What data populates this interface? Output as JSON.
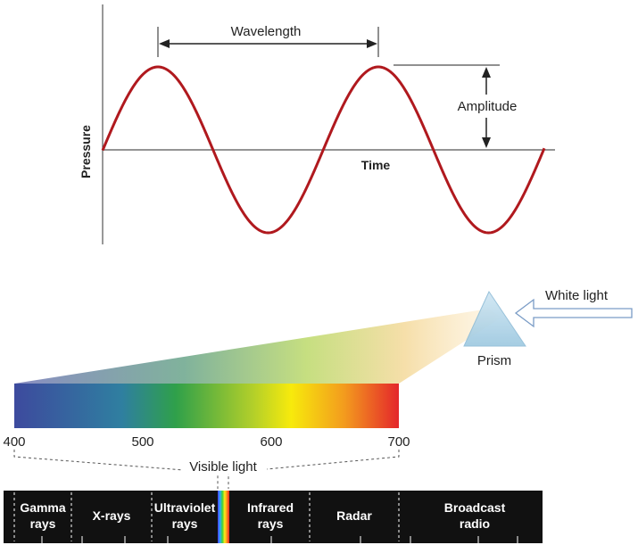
{
  "wave": {
    "wavelength_label": "Wavelength",
    "amplitude_label": "Amplitude",
    "y_axis_label": "Pressure",
    "x_axis_label": "Time",
    "wave_color": "#b0191e"
  },
  "prism": {
    "label": "Prism",
    "white_light_label": "White light"
  },
  "visible_spectrum": {
    "ticks": [
      "400",
      "500",
      "600",
      "700"
    ],
    "label": "Visible light",
    "colors": [
      "#3d4a9e",
      "#3a9a3c",
      "#7fbf2a",
      "#f6e90a",
      "#f08a1c",
      "#e4232a"
    ]
  },
  "em_spectrum": {
    "bands": [
      {
        "line1": "Gamma",
        "line2": "rays"
      },
      {
        "line1": "X-rays",
        "line2": ""
      },
      {
        "line1": "Ultraviolet",
        "line2": "rays"
      },
      {
        "line1": "Infrared",
        "line2": "rays"
      },
      {
        "line1": "Radar",
        "line2": ""
      },
      {
        "line1": "Broadcast",
        "line2": "radio"
      }
    ],
    "bar_color": "#111111",
    "text_color": "#ffffff"
  }
}
